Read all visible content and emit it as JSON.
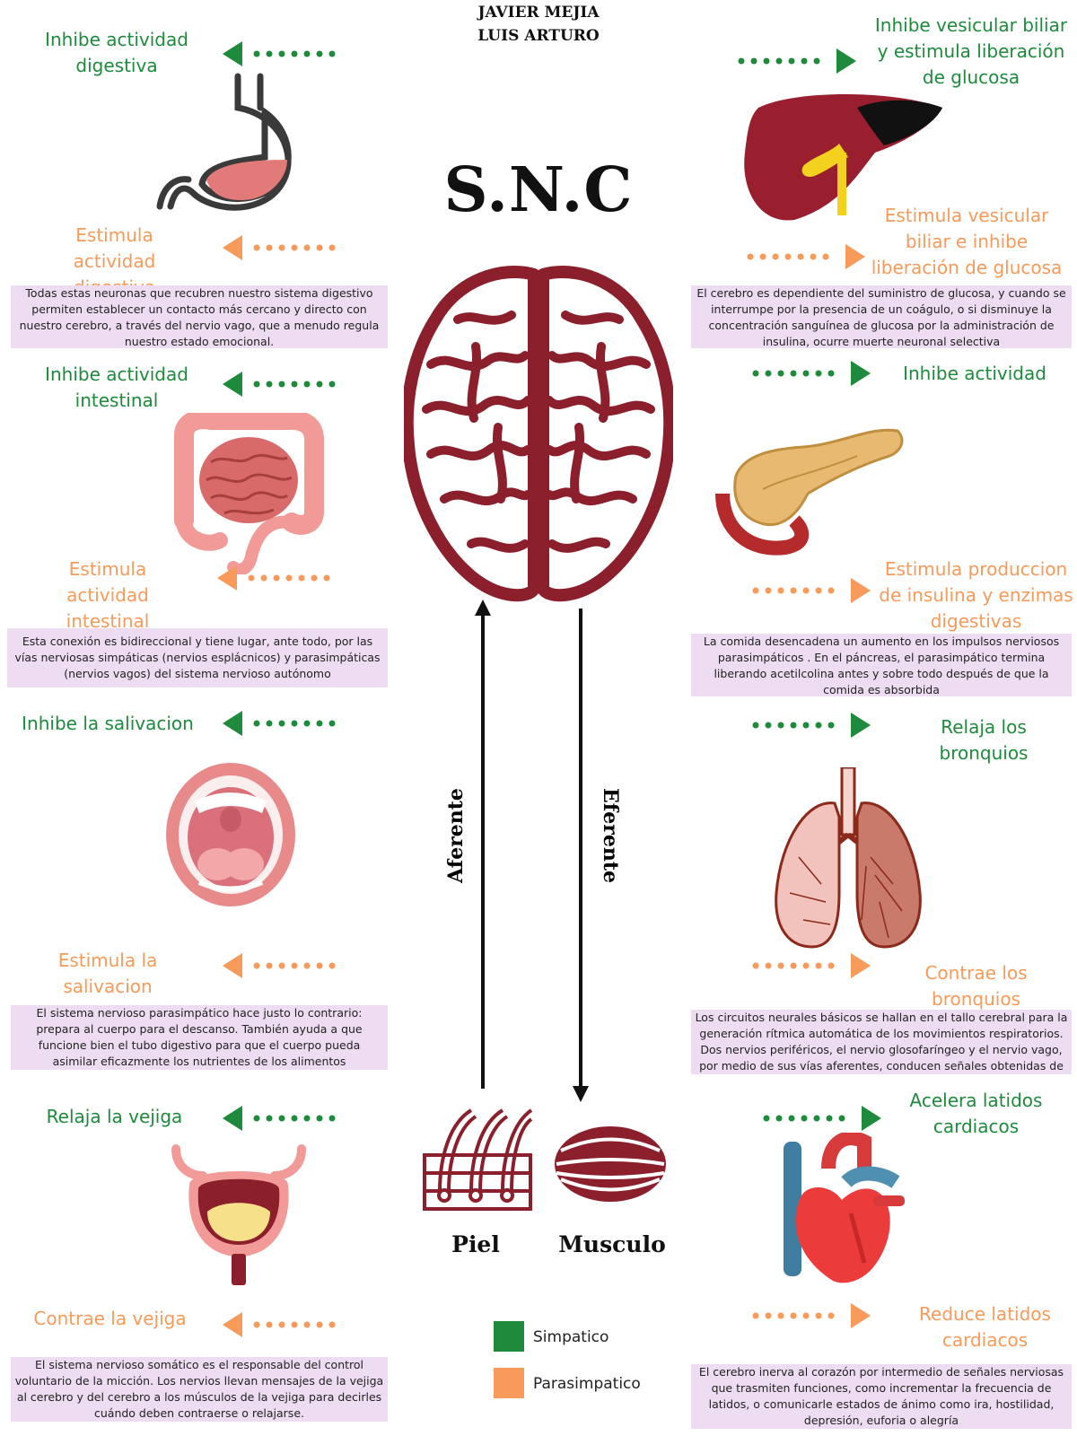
{
  "authors": [
    "JAVIER MEJIA",
    "LUIS ARTURO"
  ],
  "title": "S.N.C",
  "colors": {
    "simpatico": "#1e8a3c",
    "parasimpatico": "#f79a5a",
    "organ_red": "#8b1f2b",
    "box_bg": "#eedcf2"
  },
  "left": {
    "stomach": {
      "symp": "Inhibe actividad digestiva",
      "para": "Estimula actividad digestiva",
      "note": "Todas estas neuronas que recubren nuestro sistema digestivo permiten establecer un contacto más cercano y directo con nuestro cerebro, a través del nervio vago, que a menudo regula nuestro estado emocional."
    },
    "intestine": {
      "symp": "Inhibe actividad intestinal",
      "para": "Estimula actividad intestinal",
      "note": "Esta conexión es bidireccional y tiene lugar, ante todo, por las vías nerviosas simpáticas (nervios esplácnicos) y parasimpáticas (nervios vagos) del sistema nervioso autónomo"
    },
    "mouth": {
      "symp": "Inhibe la salivacion",
      "para": "Estimula la salivacion",
      "note": "El sistema nervioso parasimpático hace justo lo contrario: prepara al cuerpo para el descanso. También ayuda a que funcione bien el tubo digestivo para que el cuerpo pueda asimilar eficazmente los nutrientes de los alimentos"
    },
    "bladder": {
      "symp": "Relaja la vejiga",
      "para": "Contrae la vejiga",
      "note": "El sistema nervioso somático es el responsable del control voluntario de la micción. Los nervios llevan mensajes de la vejiga al cerebro y del cerebro a los músculos de la vejiga para decirles cuándo deben contraerse o relajarse."
    }
  },
  "right": {
    "liver": {
      "symp": "Inhibe vesicular biliar y estimula liberación de glucosa",
      "para": "Estimula vesicular biliar e inhibe liberación de glucosa",
      "note": "El cerebro es dependiente del suministro de glucosa, y cuando se interrumpe por la presencia de un coágulo, o si disminuye la concentración sanguínea de glucosa por la administración de insulina, ocurre muerte neuronal selectiva"
    },
    "pancreas": {
      "symp": "Inhibe actividad",
      "para": "Estimula produccion de insulina y enzimas digestivas",
      "note": "La comida desencadena un aumento en los impulsos nerviosos parasimpáticos . En el páncreas, el parasimpático termina liberando acetilcolina antes y sobre todo después de que la comida es absorbida"
    },
    "lungs": {
      "symp": "Relaja los bronquios",
      "para": "Contrae los bronquios",
      "note": "Los circuitos neurales básicos se hallan en el tallo cerebral para la generación rítmica automática de los movimientos respiratorios. Dos nervios periféricos, el nervio glosofaríngeo y el nervio vago, por medio de sus vías aferentes, conducen señales obtenidas de quimiorreceptores"
    },
    "heart": {
      "symp": "Acelera latidos cardiacos",
      "para": "Reduce latidos cardiacos",
      "note": "El cerebro inerva al corazón por intermedio de señales nerviosas que trasmiten funciones, como incrementar la frecuencia de latidos, o comunicarle estados de ánimo como ira, hostilidad, depresión, euforia o alegría"
    }
  },
  "center": {
    "afferent": "Aferente",
    "efferent": "Eferente",
    "skin": "Piel",
    "muscle": "Musculo"
  },
  "legend": {
    "simpatico": "Simpatico",
    "parasimpatico": "Parasimpatico"
  }
}
